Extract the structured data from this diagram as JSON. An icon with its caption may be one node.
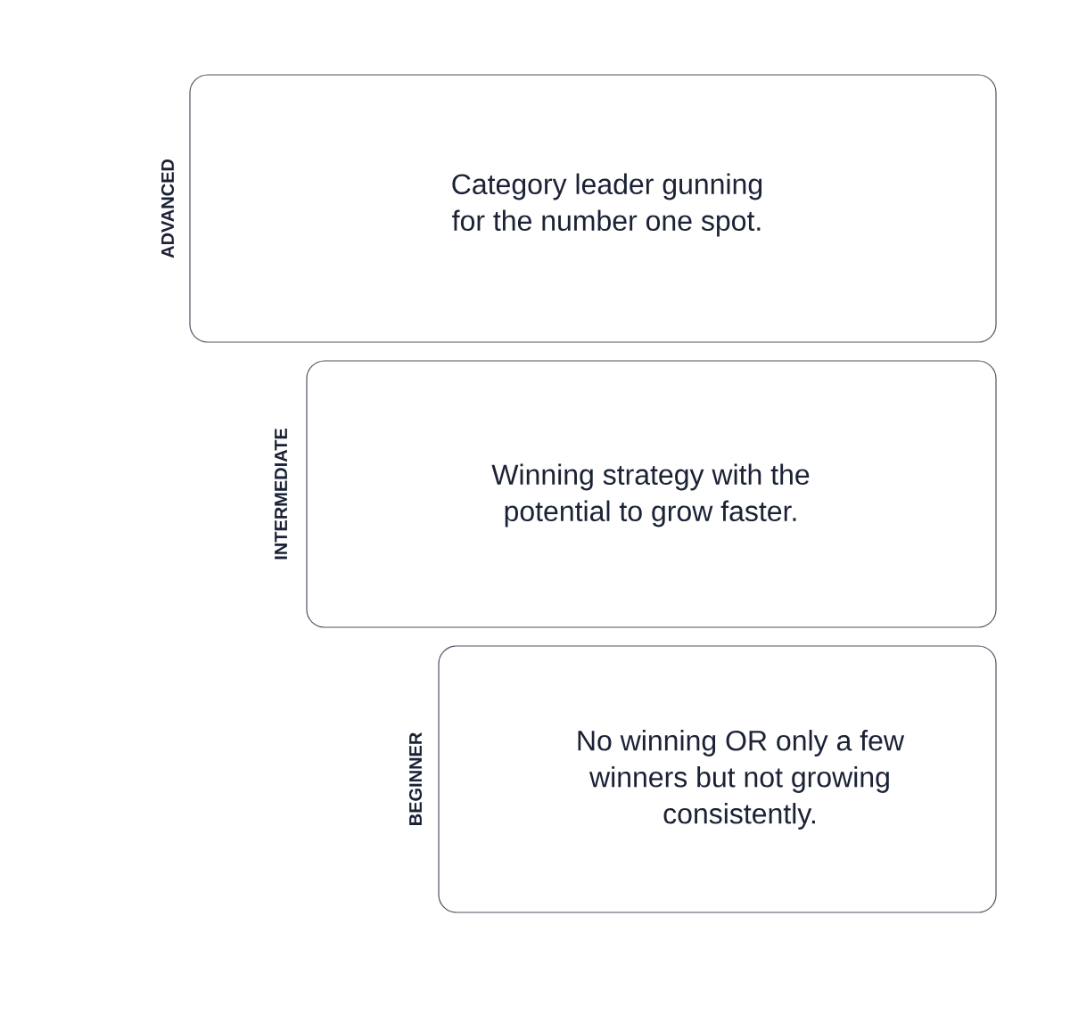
{
  "diagram": {
    "nodes": [
      {
        "text": [
          "ADVANCED",
          "Category leader gunning for the number one spot."
        ]
      },
      {
        "text": [
          "INTERMEDIATE",
          "Winning strategy with the potential to grow faster."
        ]
      },
      {
        "text": [
          "BEGINNER",
          "No winning OR only a few winners but not growing consistently."
        ]
      }
    ]
  }
}
